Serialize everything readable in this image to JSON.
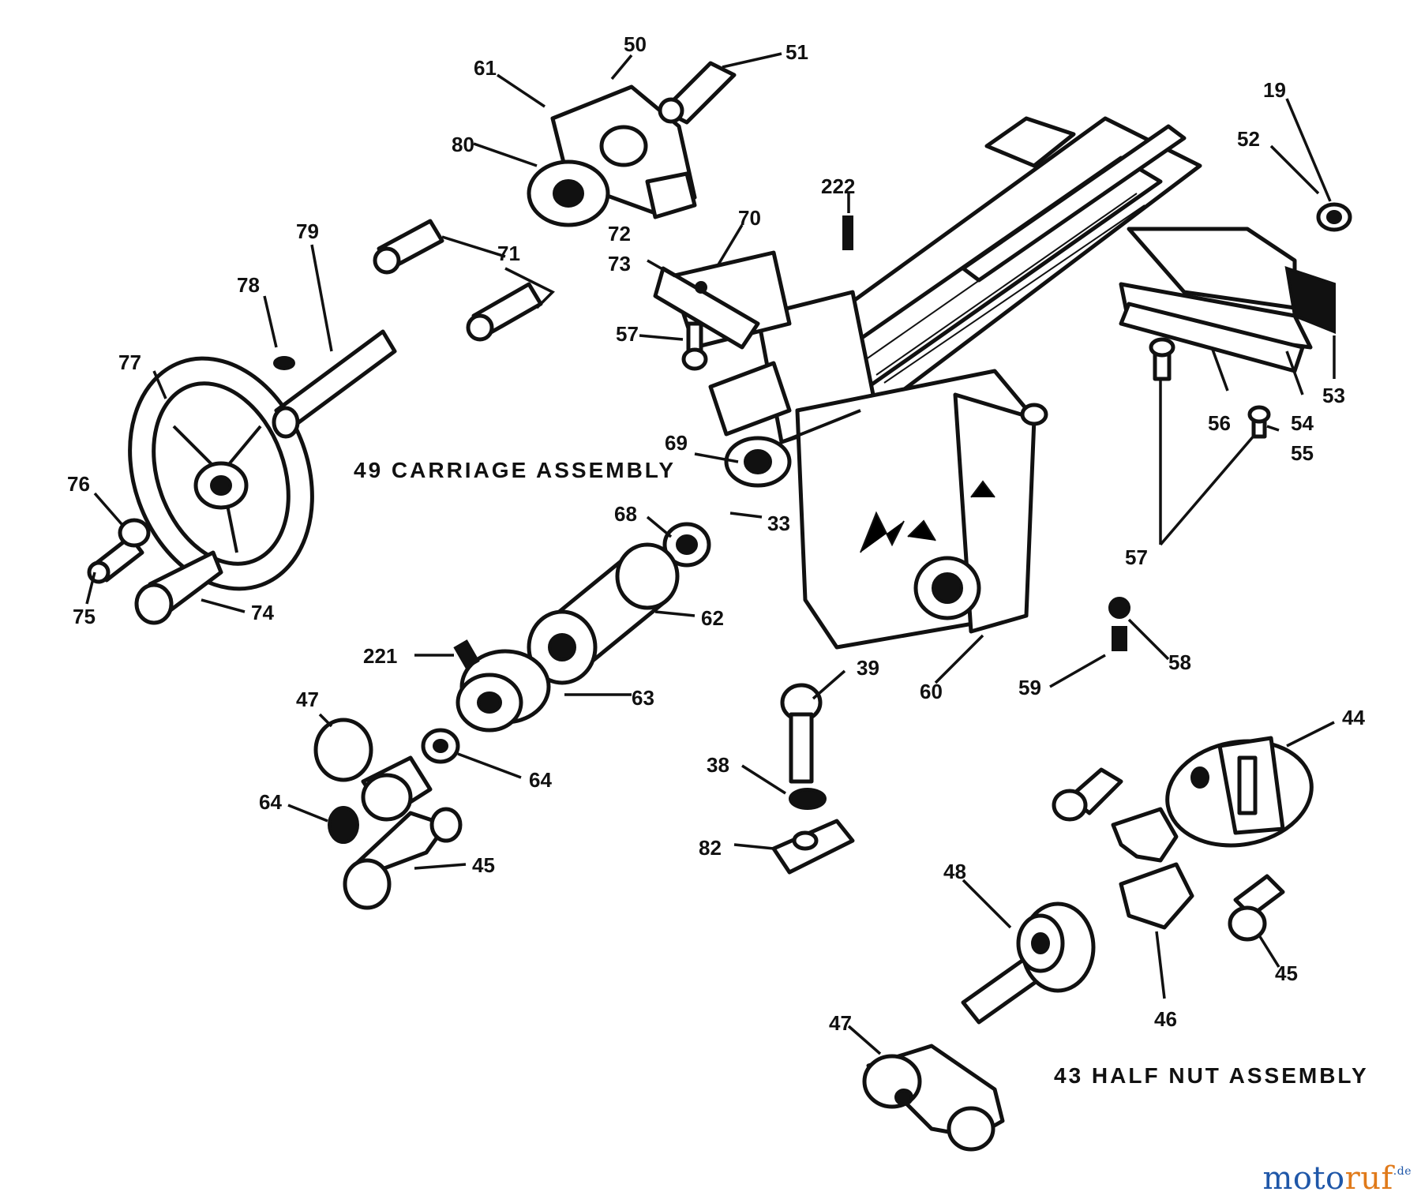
{
  "diagram": {
    "assemblies": {
      "carriage": "49 CARRIAGE ASSEMBLY",
      "half_nut": "43 HALF NUT ASSEMBLY"
    },
    "callouts": {
      "c61": "61",
      "c50": "50",
      "c51": "51",
      "c80": "80",
      "c19": "19",
      "c52": "52",
      "c222": "222",
      "c70": "70",
      "c72": "72",
      "c73": "73",
      "c71": "71",
      "c57a": "57",
      "c79": "79",
      "c78": "78",
      "c77": "77",
      "c76": "76",
      "c75": "75",
      "c74": "74",
      "c53": "53",
      "c56": "56",
      "c54": "54",
      "c55": "55",
      "c57b": "57",
      "c69": "69",
      "c33": "33",
      "c68": "68",
      "c62": "62",
      "c221": "221",
      "c63": "63",
      "c47a": "47",
      "c64a": "64",
      "c64b": "64",
      "c45a": "45",
      "c39": "39",
      "c38": "38",
      "c82": "82",
      "c60": "60",
      "c58": "58",
      "c59": "59",
      "c44": "44",
      "c48": "48",
      "c46": "46",
      "c45b": "45",
      "c47b": "47"
    }
  },
  "watermark": {
    "part1": "moto",
    "part2": "ruf",
    "suffix": ".de"
  },
  "colors": {
    "ink": "#111111",
    "background": "#ffffff",
    "watermark_blue": "#1f57a8",
    "watermark_orange": "#e07a1a"
  }
}
